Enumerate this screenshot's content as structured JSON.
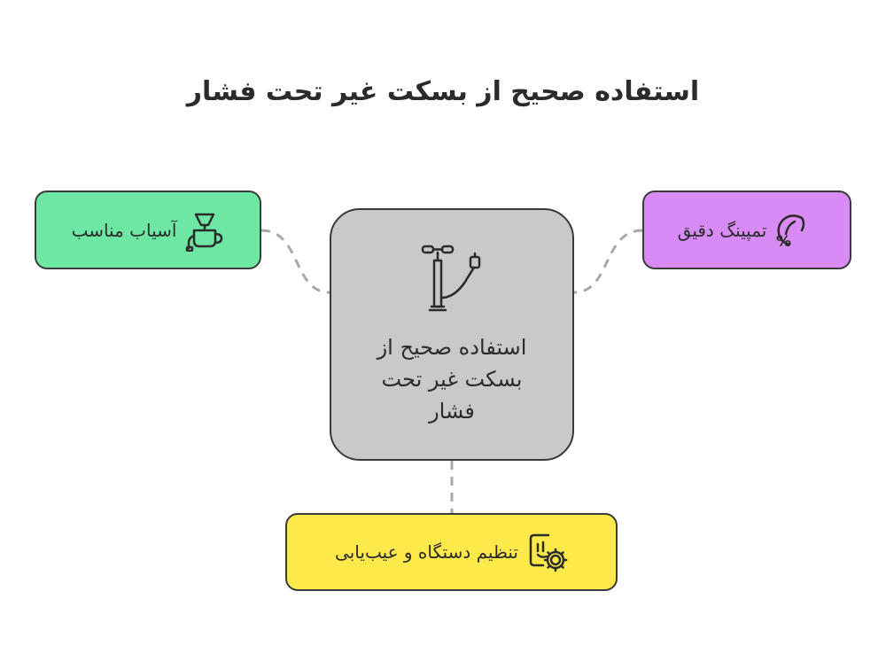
{
  "title": "استفاده صحیح از بسکت غیر تحت فشار",
  "center": {
    "label": "استفاده صحیح از بسکت غیر تحت فشار",
    "icon": "pump-icon"
  },
  "nodes": {
    "grinder": {
      "label": "آسیاب مناسب",
      "icon": "pour-over-coffee-icon",
      "color": "#6ee7a5"
    },
    "tamping": {
      "label": "تمپینگ دقیق",
      "icon": "gauge-percent-icon",
      "color": "#d88bf4"
    },
    "machine": {
      "label": "تنظیم دستگاه و عیب‌یابی",
      "icon": "settings-gear-icon",
      "color": "#fdea4a"
    }
  },
  "colors": {
    "center": "#c9c9c9",
    "border": "#3a3a3a",
    "connector": "#a8a8a8"
  }
}
